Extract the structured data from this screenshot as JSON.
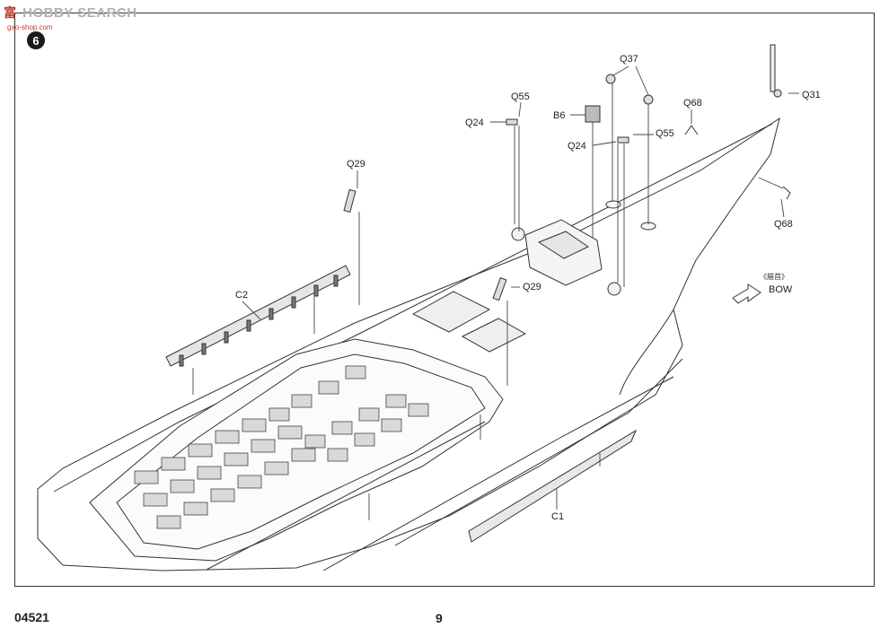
{
  "watermark": {
    "brand": "富",
    "text": "HOBBY SEARCH",
    "sub": "gao-shop.com"
  },
  "step_number": "6",
  "footer": {
    "code": "04521",
    "page": "9"
  },
  "callouts": {
    "q37": "Q37",
    "q31": "Q31",
    "q55_top": "Q55",
    "q24_top": "Q24",
    "b6": "B6",
    "q68_top": "Q68",
    "q55_mid": "Q55",
    "q24_mid": "Q24",
    "q68_side": "Q68",
    "q29_left": "Q29",
    "q29_mid": "Q29",
    "c2": "C2",
    "c1": "C1"
  },
  "bow": {
    "cn": "《艏首》",
    "label": "BOW"
  },
  "colors": {
    "line": "#333333",
    "fill_light": "#ececec",
    "fill_mid": "#d4d4d4",
    "fill_dark": "#555555"
  }
}
